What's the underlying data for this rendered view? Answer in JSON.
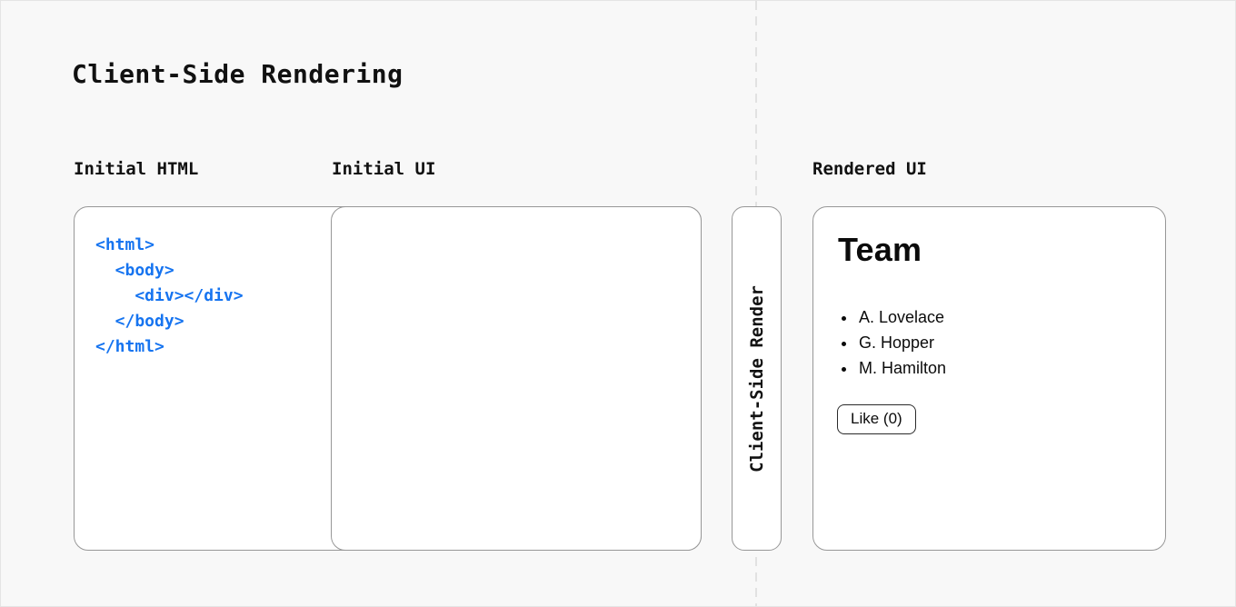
{
  "title": "Client-Side Rendering",
  "colors": {
    "background": "#f8f8f8",
    "panel_background": "#ffffff",
    "panel_border": "#979797",
    "code_blue": "#1674f0",
    "text": "#111111",
    "dashed_divider": "#e2e2e2"
  },
  "labels": {
    "initial_html": "Initial HTML",
    "initial_ui": "Initial UI",
    "rendered_ui": "Rendered UI"
  },
  "code": {
    "lines": [
      "<html>",
      "  <body>",
      "    <div></div>",
      "  </body>",
      "</html>"
    ]
  },
  "pipeline": {
    "step_label": "Client-Side Render"
  },
  "rendered_ui": {
    "heading": "Team",
    "list_items": [
      "A. Lovelace",
      "G. Hopper",
      "M. Hamilton"
    ],
    "like_button_label": "Like (0)"
  }
}
